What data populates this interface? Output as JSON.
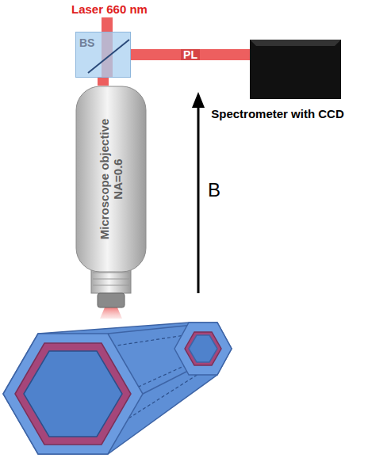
{
  "diagram": {
    "nodes": [
      {
        "text": [
          "BS"
        ]
      },
      {
        "text": [
          "Spectrometer with CCD"
        ]
      },
      {
        "text": [
          "Microscope objective NA=0.6"
        ]
      }
    ],
    "edges": [
      {
        "from": 0,
        "to": 1,
        "label": "PL",
        "arrow": "none"
      },
      {
        "from": 0,
        "to": 2,
        "arrow": "none"
      }
    ],
    "labels": [
      "Laser 660 nm",
      "B"
    ]
  }
}
